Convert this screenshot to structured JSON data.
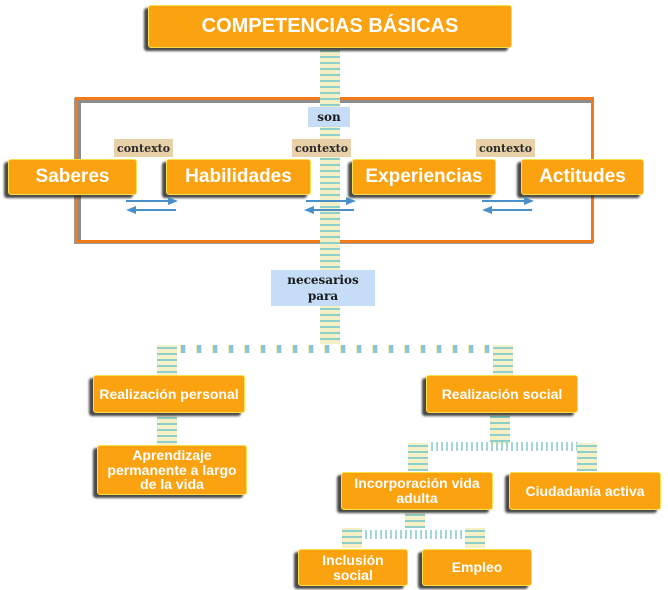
{
  "title": "COMPETENCIAS BÁSICAS",
  "links": {
    "son": "son",
    "necesarios_para": "necesarios para",
    "contexto": "contexto"
  },
  "components": [
    {
      "label": "Saberes"
    },
    {
      "label": "Habilidades"
    },
    {
      "label": "Experiencias"
    },
    {
      "label": "Actitudes"
    }
  ],
  "purposes": {
    "personal": {
      "label": "Realización personal",
      "child": "Aprendizaje permanente a largo de la vida"
    },
    "social": {
      "label": "Realización social",
      "children": [
        {
          "label": "Incorporación vida adulta"
        },
        {
          "label": "Ciudadanía activa"
        }
      ],
      "grandchildren": [
        {
          "label": "Inclusión social"
        },
        {
          "label": "Empleo"
        }
      ]
    }
  },
  "colors": {
    "node": "#fba211",
    "frame": "#f07b18",
    "link_label": "#c6ddf8",
    "context_label": "#e8d1a8",
    "arrow": "#4a90c8"
  }
}
